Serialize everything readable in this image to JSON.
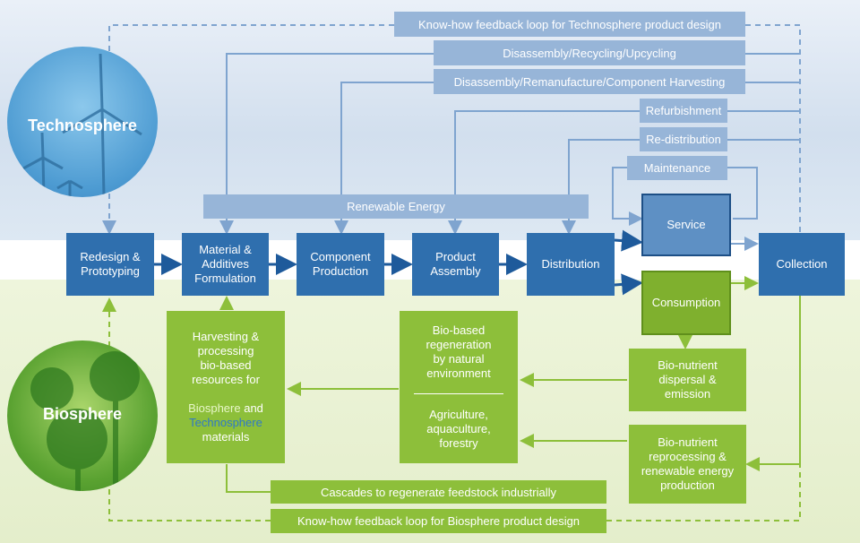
{
  "spheres": {
    "technosphere": "Technosphere",
    "biosphere": "Biosphere"
  },
  "top_bars": {
    "knowhow_techno": "Know-how feedback loop for Technosphere product design",
    "disassembly_recycling": "Disassembly/Recycling/Upcycling",
    "disassembly_remanufacture": "Disassembly/Remanufacture/Component Harvesting",
    "refurbishment": "Refurbishment",
    "redistribution": "Re-distribution",
    "maintenance": "Maintenance",
    "renewable_energy": "Renewable Energy"
  },
  "main_chain": {
    "redesign": "Redesign &\nPrototyping",
    "material": "Material &\nAdditives\nFormulation",
    "component": "Component\nProduction",
    "assembly": "Product\nAssembly",
    "distribution": "Distribution",
    "service": "Service",
    "consumption": "Consumption",
    "collection": "Collection"
  },
  "bio_boxes": {
    "harvesting_line1": "Harvesting &\nprocessing\nbio-based\nresources for",
    "harvesting_bio": "Biosphere",
    "harvesting_and": " and",
    "harvesting_techno": "Technosphere",
    "harvesting_end": "materials",
    "regeneration": "Bio-based\nregeneration\nby natural\nenvironment",
    "agriculture": "Agriculture,\naquaculture,\nforestry",
    "dispersal": "Bio-nutrient\ndispersal &\nemission",
    "reprocessing": "Bio-nutrient\nreprocessing &\nrenewable energy\nproduction"
  },
  "bottom_bars": {
    "cascades": "Cascades to regenerate feedstock industrially",
    "knowhow_bio": "Know-how feedback loop for Biosphere product design"
  },
  "colors": {
    "dark_blue": "#2f6fae",
    "light_blue": "#97b5d8",
    "green": "#8dbf3a",
    "tech_link": "#4b8fd0"
  }
}
